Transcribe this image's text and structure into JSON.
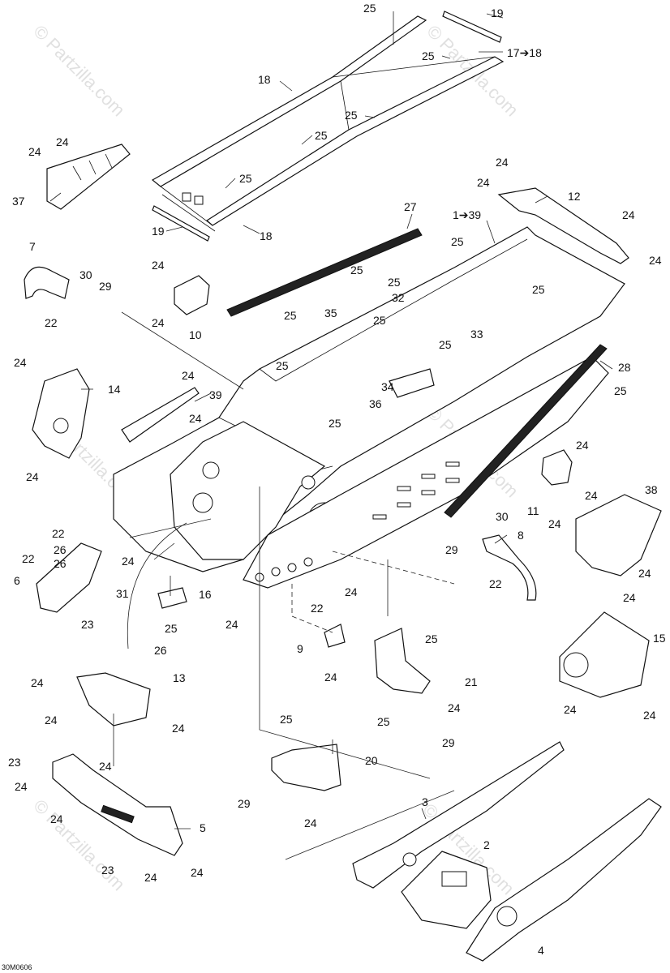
{
  "diagram_ref": "30M0606",
  "watermarks": [
    "© Partzilla.com",
    "© Partzilla.com",
    "© Partzilla.com",
    "© Partzilla.com",
    "© Partzilla.com",
    "© Partzilla.com"
  ],
  "callouts": [
    {
      "id": "c-25-top",
      "text": "25"
    },
    {
      "id": "c-19-top",
      "text": "19"
    },
    {
      "id": "c-17-18",
      "text": "17➔18"
    },
    {
      "id": "c-25-a",
      "text": "25"
    },
    {
      "id": "c-18-top",
      "text": "18"
    },
    {
      "id": "c-25-b",
      "text": "25"
    },
    {
      "id": "c-25-c",
      "text": "25"
    },
    {
      "id": "c-25-d",
      "text": "25"
    },
    {
      "id": "c-19-bot",
      "text": "19"
    },
    {
      "id": "c-18-bot",
      "text": "18"
    },
    {
      "id": "c-24-37a",
      "text": "24"
    },
    {
      "id": "c-24-37b",
      "text": "24"
    },
    {
      "id": "c-37",
      "text": "37"
    },
    {
      "id": "c-24-12a",
      "text": "24"
    },
    {
      "id": "c-24-12b",
      "text": "24"
    },
    {
      "id": "c-12",
      "text": "12"
    },
    {
      "id": "c-24-12c",
      "text": "24"
    },
    {
      "id": "c-24-12d",
      "text": "24"
    },
    {
      "id": "c-27",
      "text": "27"
    },
    {
      "id": "c-1-39",
      "text": "1➔39"
    },
    {
      "id": "c-25-e",
      "text": "25"
    },
    {
      "id": "c-25-f",
      "text": "25"
    },
    {
      "id": "c-25-g",
      "text": "25"
    },
    {
      "id": "c-32",
      "text": "32"
    },
    {
      "id": "c-25-h",
      "text": "25"
    },
    {
      "id": "c-7",
      "text": "7"
    },
    {
      "id": "c-30-a",
      "text": "30"
    },
    {
      "id": "c-29-a",
      "text": "29"
    },
    {
      "id": "c-22-a",
      "text": "22"
    },
    {
      "id": "c-24-10a",
      "text": "24"
    },
    {
      "id": "c-24-10b",
      "text": "24"
    },
    {
      "id": "c-10",
      "text": "10"
    },
    {
      "id": "c-25-i",
      "text": "25"
    },
    {
      "id": "c-35",
      "text": "35"
    },
    {
      "id": "c-25-j",
      "text": "25"
    },
    {
      "id": "c-33",
      "text": "33"
    },
    {
      "id": "c-25-k",
      "text": "25"
    },
    {
      "id": "c-28",
      "text": "28"
    },
    {
      "id": "c-25-l",
      "text": "25"
    },
    {
      "id": "c-24-14a",
      "text": "24"
    },
    {
      "id": "c-14",
      "text": "14"
    },
    {
      "id": "c-24-39",
      "text": "24"
    },
    {
      "id": "c-39",
      "text": "39"
    },
    {
      "id": "c-25-m",
      "text": "25"
    },
    {
      "id": "c-34",
      "text": "34"
    },
    {
      "id": "c-36",
      "text": "36"
    },
    {
      "id": "c-24-mid",
      "text": "24"
    },
    {
      "id": "c-25-n",
      "text": "25"
    },
    {
      "id": "c-24-14b",
      "text": "24"
    },
    {
      "id": "c-24-11a",
      "text": "24"
    },
    {
      "id": "c-24-11b",
      "text": "24"
    },
    {
      "id": "c-11",
      "text": "11"
    },
    {
      "id": "c-24-38a",
      "text": "24"
    },
    {
      "id": "c-38",
      "text": "38"
    },
    {
      "id": "c-30-b",
      "text": "30"
    },
    {
      "id": "c-8",
      "text": "8"
    },
    {
      "id": "c-29-b",
      "text": "29"
    },
    {
      "id": "c-22-b",
      "text": "22"
    },
    {
      "id": "c-24-38b",
      "text": "24"
    },
    {
      "id": "c-22-6a",
      "text": "22"
    },
    {
      "id": "c-22-6b",
      "text": "22"
    },
    {
      "id": "c-26-6a",
      "text": "26"
    },
    {
      "id": "c-26-6b",
      "text": "26"
    },
    {
      "id": "c-6",
      "text": "6"
    },
    {
      "id": "c-31",
      "text": "31"
    },
    {
      "id": "c-23-6",
      "text": "23"
    },
    {
      "id": "c-24-6",
      "text": "24"
    },
    {
      "id": "c-16",
      "text": "16"
    },
    {
      "id": "c-25-16",
      "text": "25"
    },
    {
      "id": "c-22-c",
      "text": "22"
    },
    {
      "id": "c-24-c",
      "text": "24"
    },
    {
      "id": "c-24-d",
      "text": "24"
    },
    {
      "id": "c-24-15a",
      "text": "24"
    },
    {
      "id": "c-15",
      "text": "15"
    },
    {
      "id": "c-24-15b",
      "text": "24"
    },
    {
      "id": "c-24-15c",
      "text": "24"
    },
    {
      "id": "c-26-13",
      "text": "26"
    },
    {
      "id": "c-13",
      "text": "13"
    },
    {
      "id": "c-24-13a",
      "text": "24"
    },
    {
      "id": "c-24-13b",
      "text": "24"
    },
    {
      "id": "c-24-13c",
      "text": "24"
    },
    {
      "id": "c-24-13d",
      "text": "24"
    },
    {
      "id": "c-9",
      "text": "9"
    },
    {
      "id": "c-24-9",
      "text": "24"
    },
    {
      "id": "c-25-21",
      "text": "25"
    },
    {
      "id": "c-21",
      "text": "21"
    },
    {
      "id": "c-24-21",
      "text": "24"
    },
    {
      "id": "c-25-21b",
      "text": "25"
    },
    {
      "id": "c-29-21",
      "text": "29"
    },
    {
      "id": "c-25-20",
      "text": "25"
    },
    {
      "id": "c-20",
      "text": "20"
    },
    {
      "id": "c-29-20",
      "text": "29"
    },
    {
      "id": "c-24-20",
      "text": "24"
    },
    {
      "id": "c-23-5a",
      "text": "23"
    },
    {
      "id": "c-24-5a",
      "text": "24"
    },
    {
      "id": "c-24-5b",
      "text": "24"
    },
    {
      "id": "c-5",
      "text": "5"
    },
    {
      "id": "c-23-5b",
      "text": "23"
    },
    {
      "id": "c-24-5c",
      "text": "24"
    },
    {
      "id": "c-24-5d",
      "text": "24"
    },
    {
      "id": "c-3",
      "text": "3"
    },
    {
      "id": "c-2",
      "text": "2"
    },
    {
      "id": "c-4",
      "text": "4"
    }
  ]
}
